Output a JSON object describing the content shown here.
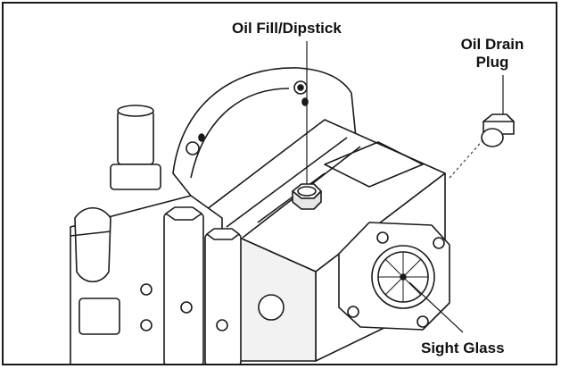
{
  "callouts": {
    "oil_fill_dipstick": "Oil Fill/Dipstick",
    "oil_drain_plug": "Oil Drain Plug",
    "sight_glass": "Sight Glass"
  },
  "colors": {
    "line": "#1a1a1a",
    "fill": "#ffffff",
    "shade": "#d8d8d8"
  }
}
